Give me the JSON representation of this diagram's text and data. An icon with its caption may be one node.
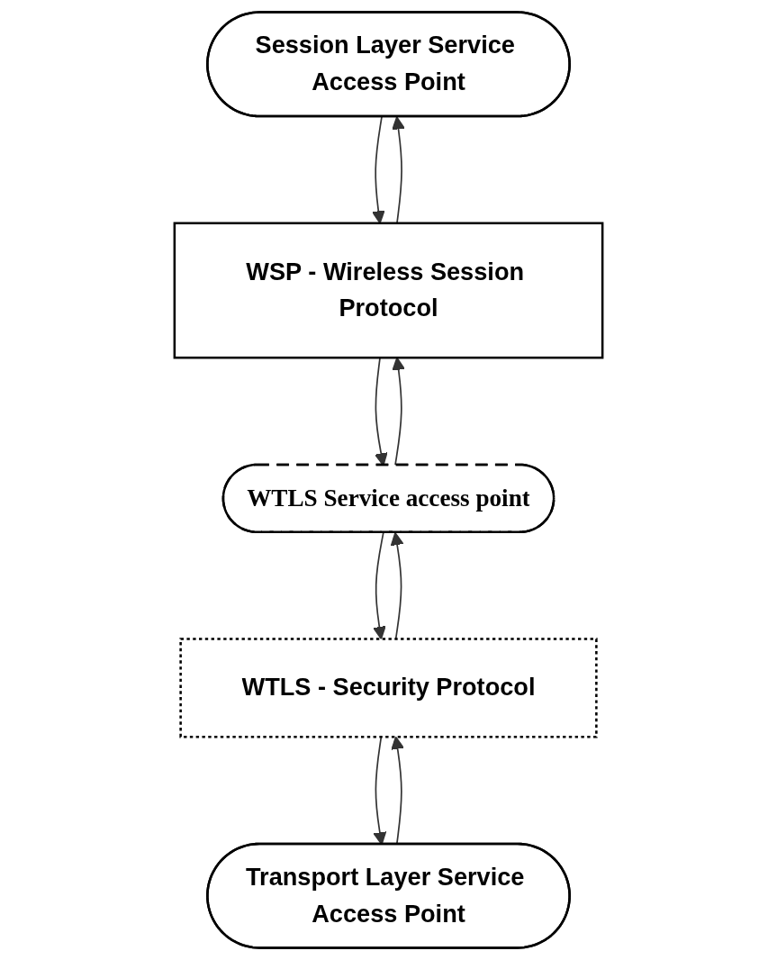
{
  "diagram": {
    "nodes": [
      {
        "text": [
          "Session Layer Service Access Point"
        ]
      },
      {
        "text": [
          "WSP - Wireless Session Protocol"
        ]
      },
      {
        "text": [
          "WTLS Service access point"
        ]
      },
      {
        "text": [
          "WTLS - Security Protocol"
        ]
      },
      {
        "text": [
          "Transport Layer Service Access Point"
        ]
      }
    ],
    "edges": [
      {
        "from": 0,
        "to": 1,
        "arrow": "to"
      },
      {
        "from": 1,
        "to": 0,
        "arrow": "to"
      },
      {
        "from": 1,
        "to": 2,
        "arrow": "to"
      },
      {
        "from": 2,
        "to": 1,
        "arrow": "to"
      },
      {
        "from": 2,
        "to": 3,
        "arrow": "to"
      },
      {
        "from": 3,
        "to": 2,
        "arrow": "to"
      },
      {
        "from": 3,
        "to": 4,
        "arrow": "to"
      },
      {
        "from": 4,
        "to": 3,
        "arrow": "to"
      }
    ]
  }
}
